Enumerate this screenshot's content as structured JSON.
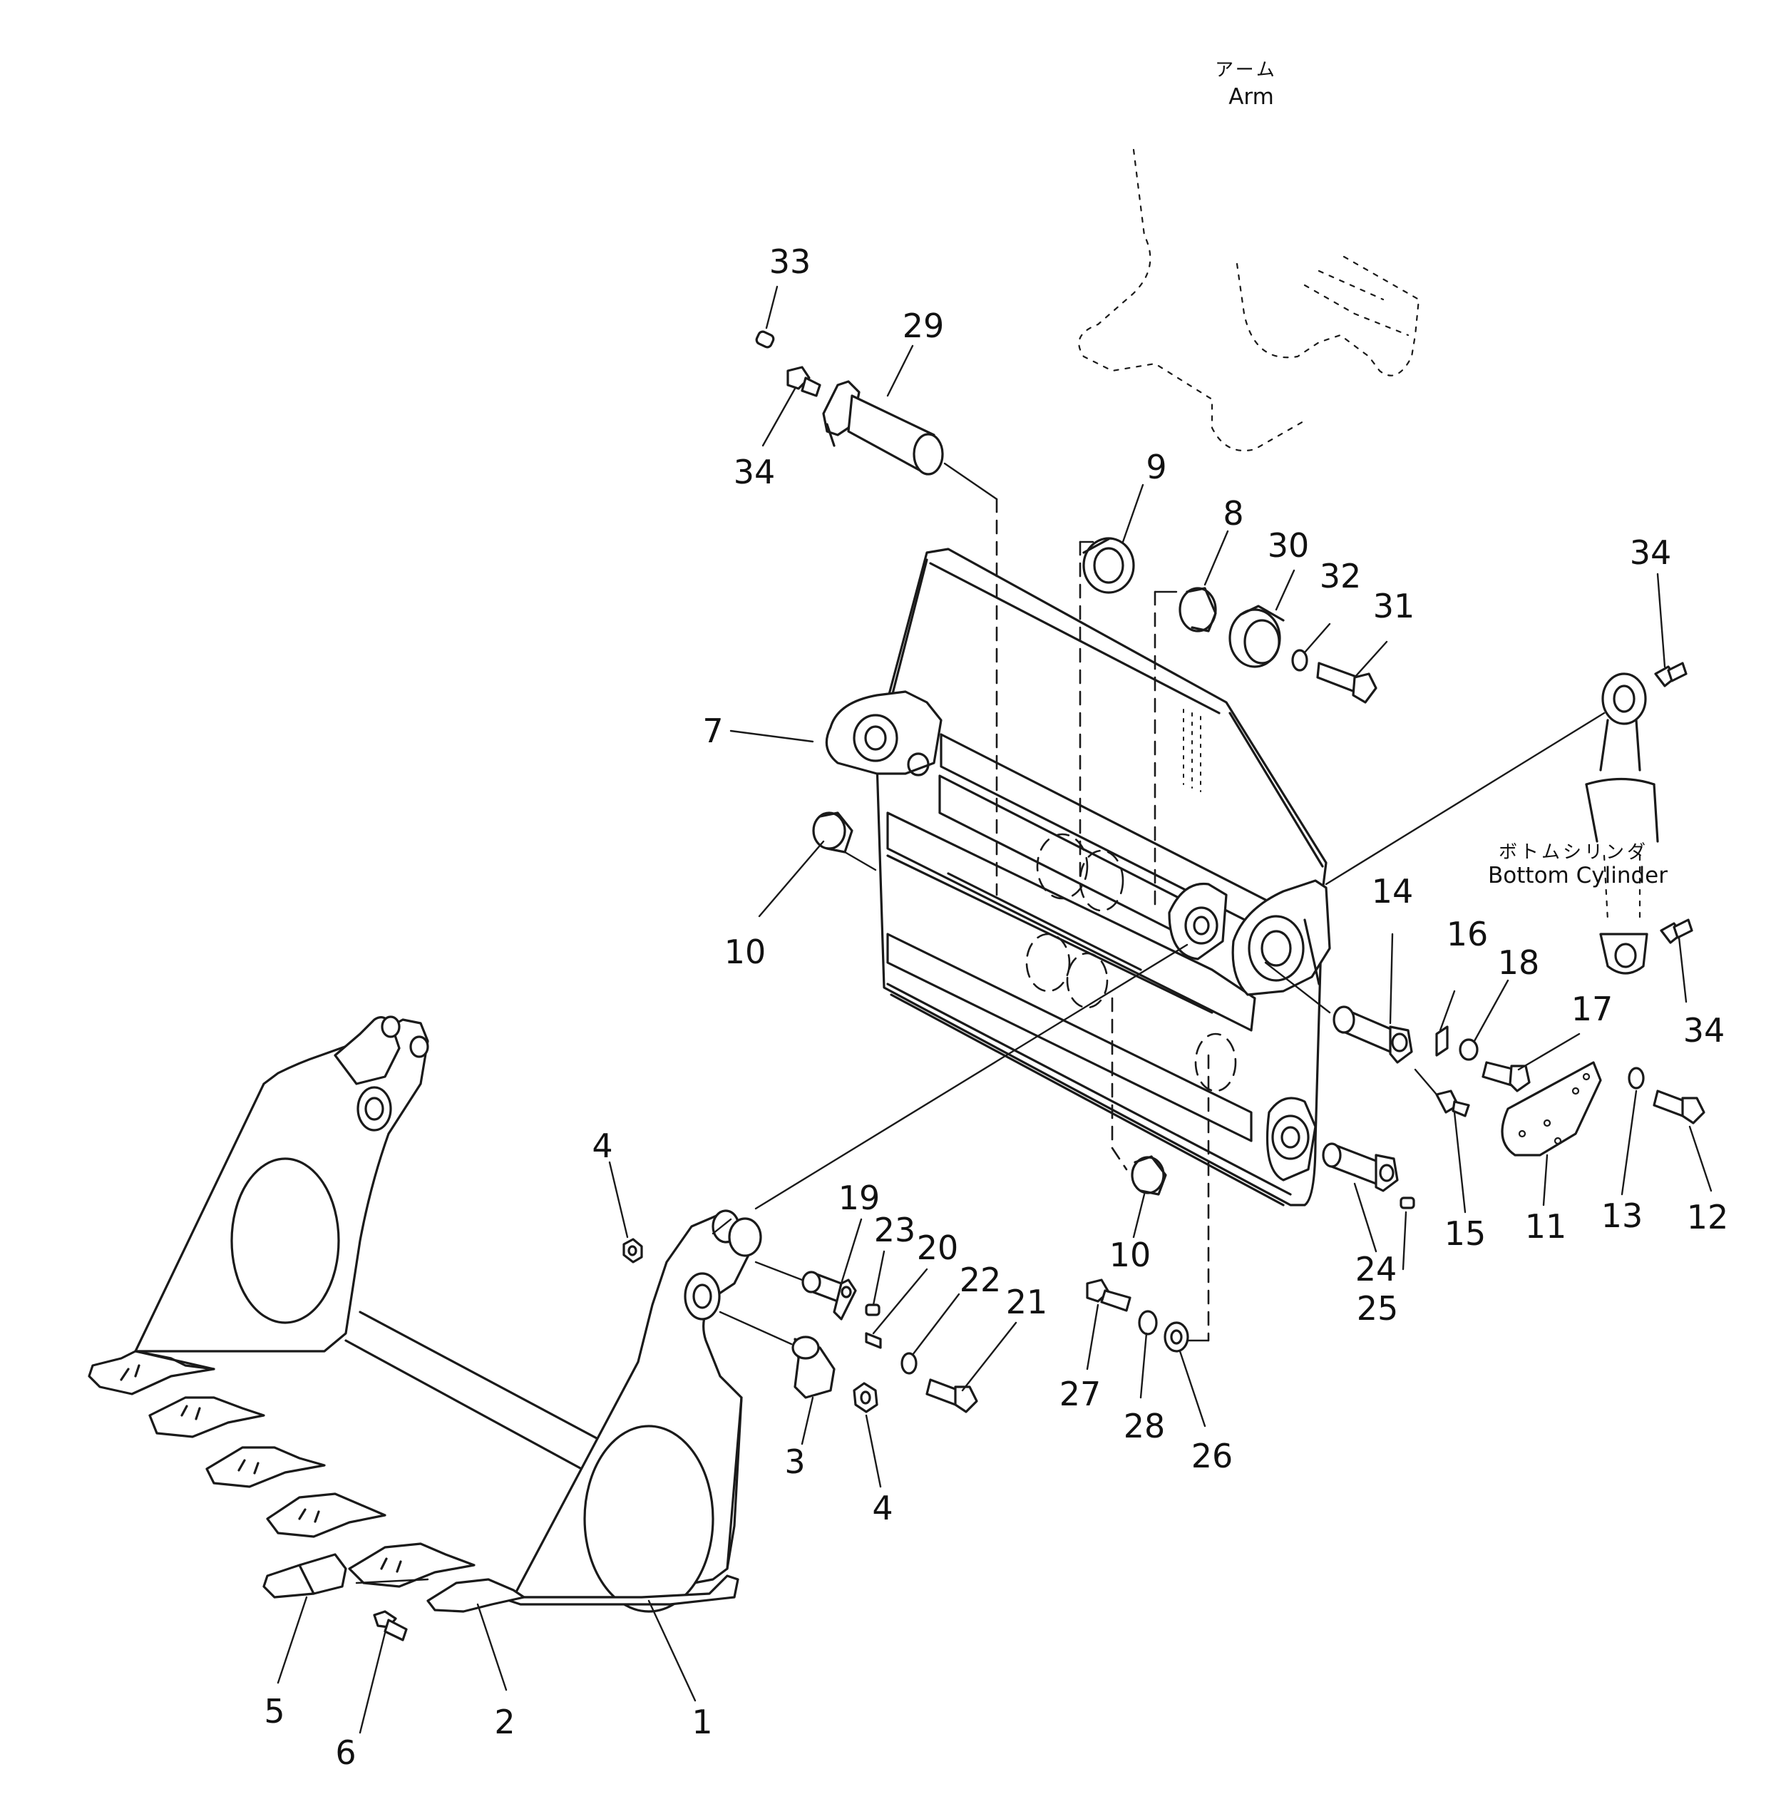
{
  "labels": {
    "arm_jp": "アーム",
    "arm_en": "Arm",
    "cylinder_jp": "ボトムシリンダ",
    "cylinder_en": "Bottom  Cylinder"
  },
  "callouts": [
    "1",
    "2",
    "3",
    "4",
    "4",
    "5",
    "6",
    "7",
    "8",
    "9",
    "10",
    "10",
    "11",
    "12",
    "13",
    "14",
    "15",
    "16",
    "17",
    "18",
    "19",
    "20",
    "21",
    "22",
    "23",
    "24",
    "25",
    "26",
    "27",
    "28",
    "29",
    "30",
    "31",
    "32",
    "33",
    "34",
    "34",
    "34"
  ]
}
